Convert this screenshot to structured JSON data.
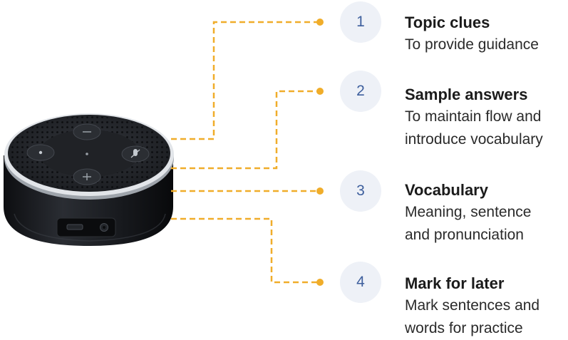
{
  "device": {
    "icon": "smart-speaker",
    "colors": {
      "body": "#1e2024",
      "ring": "#c9ced4",
      "accent": "#f0ad2a"
    }
  },
  "features": [
    {
      "number": "1",
      "title": "Topic clues",
      "lines": [
        "To provide guidance"
      ]
    },
    {
      "number": "2",
      "title": "Sample answers",
      "lines": [
        "To maintain flow and",
        "introduce vocabulary"
      ]
    },
    {
      "number": "3",
      "title": "Vocabulary",
      "lines": [
        "Meaning, sentence",
        "and pronunciation"
      ]
    },
    {
      "number": "4",
      "title": "Mark for later",
      "lines": [
        "Mark sentences and",
        "words for practice"
      ]
    }
  ]
}
